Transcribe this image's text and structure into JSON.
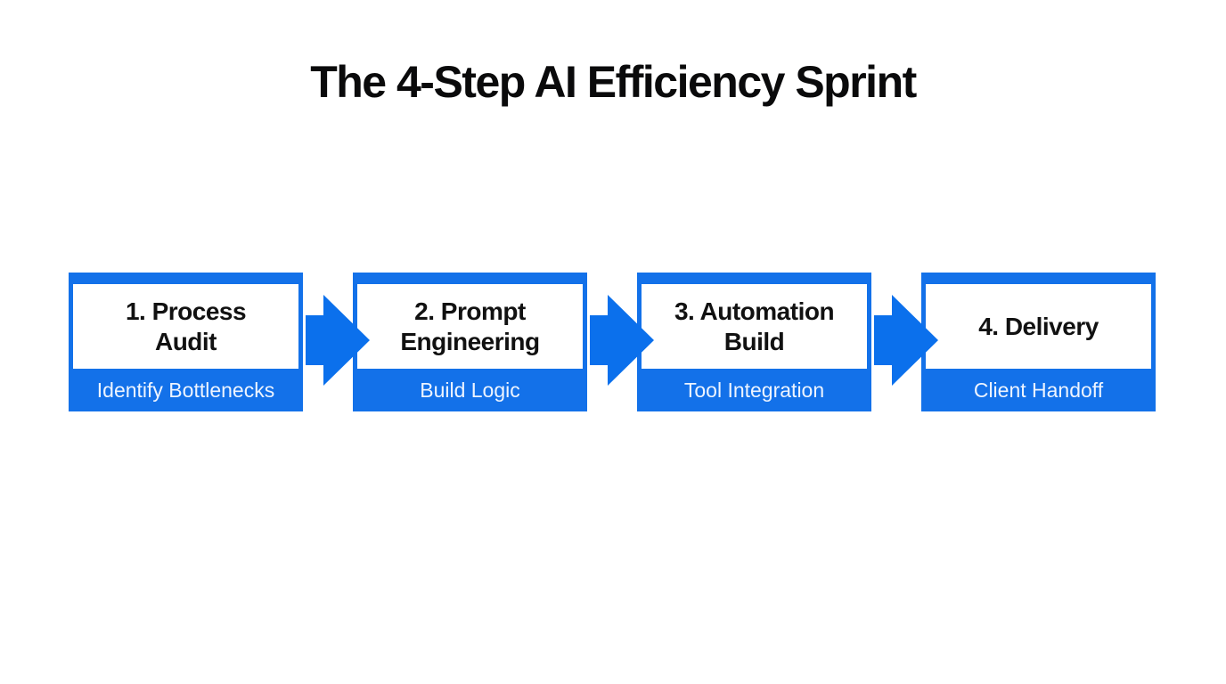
{
  "title": "The 4-Step AI Efficiency Sprint",
  "colors": {
    "box_blue": "#1371e9",
    "arrow_blue": "#0b70ec",
    "heading_text": "#111111",
    "footer_text": "#edf4ff",
    "background": "#ffffff"
  },
  "steps": [
    {
      "title": "1. Process\nAudit",
      "subtitle": "Identify Bottlenecks"
    },
    {
      "title": "2. Prompt\nEngineering",
      "subtitle": "Build Logic"
    },
    {
      "title": "3. Automation\nBuild",
      "subtitle": "Tool Integration"
    },
    {
      "title": "4. Delivery",
      "subtitle": "Client Handoff"
    }
  ]
}
